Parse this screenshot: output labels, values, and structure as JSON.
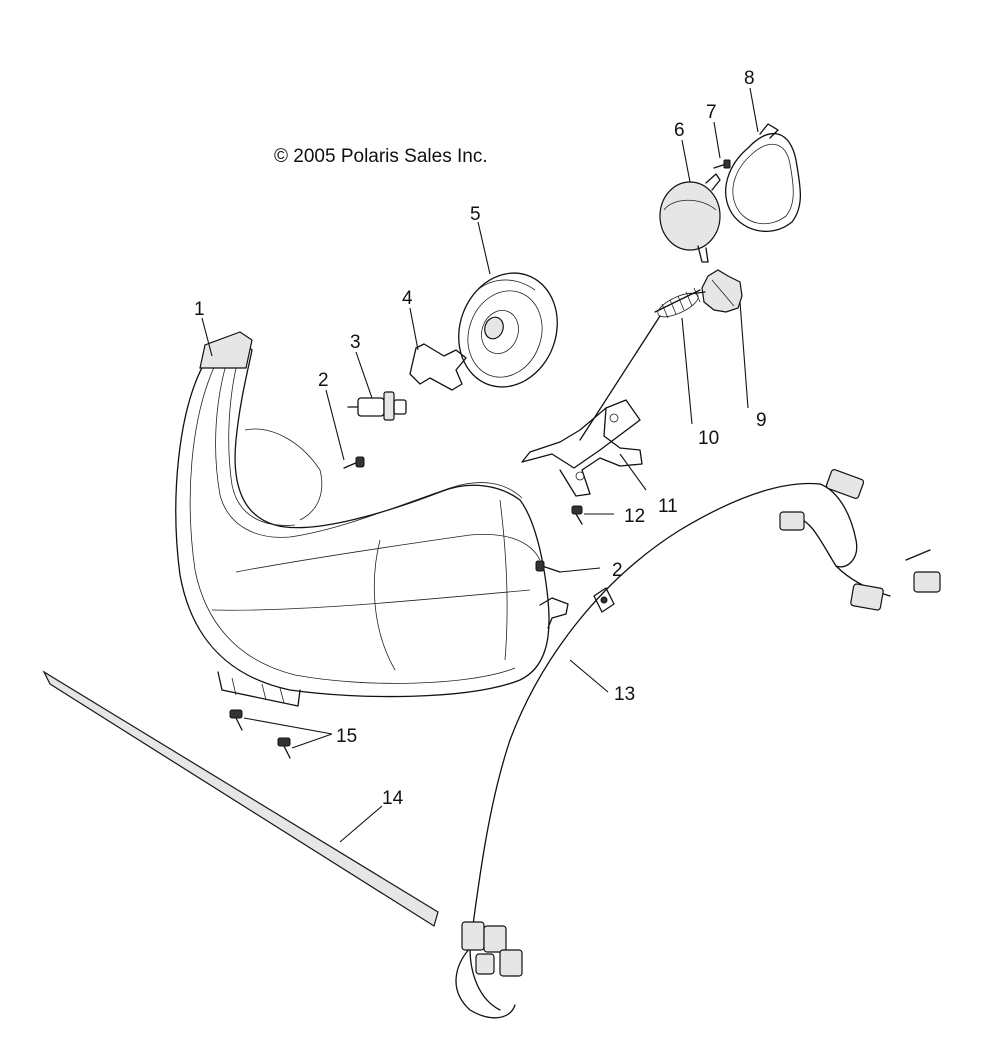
{
  "copyright": "© 2005 Polaris Sales Inc.",
  "callouts": [
    {
      "id": "1",
      "label": "1"
    },
    {
      "id": "2a",
      "label": "2"
    },
    {
      "id": "2b",
      "label": "2"
    },
    {
      "id": "3",
      "label": "3"
    },
    {
      "id": "4",
      "label": "4"
    },
    {
      "id": "5",
      "label": "5"
    },
    {
      "id": "6",
      "label": "6"
    },
    {
      "id": "7",
      "label": "7"
    },
    {
      "id": "8",
      "label": "8"
    },
    {
      "id": "9",
      "label": "9"
    },
    {
      "id": "10",
      "label": "10"
    },
    {
      "id": "11",
      "label": "11"
    },
    {
      "id": "12",
      "label": "12"
    },
    {
      "id": "13",
      "label": "13"
    },
    {
      "id": "14",
      "label": "14"
    },
    {
      "id": "15",
      "label": "15"
    }
  ]
}
